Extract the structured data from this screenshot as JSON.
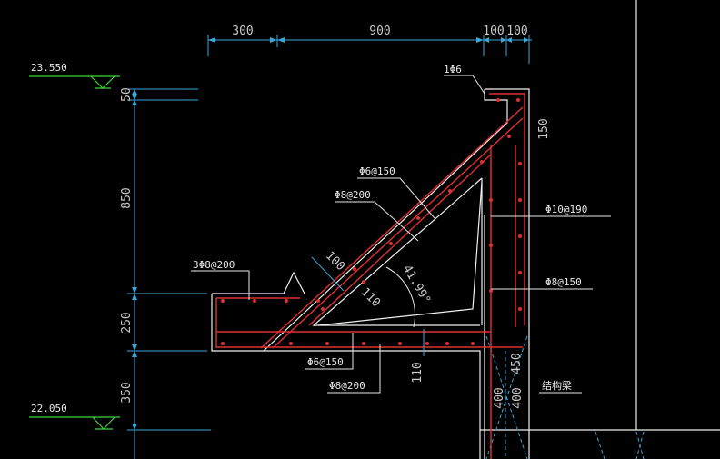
{
  "drawing": {
    "top_dimensions": [
      "300",
      "900",
      "100",
      "100"
    ],
    "left_dimensions": [
      "50",
      "850",
      "250",
      "350"
    ],
    "elevations": [
      "23.550",
      "22.050"
    ],
    "inner_dimensions": [
      "100",
      "110",
      "150",
      "450",
      "110",
      "400",
      "400"
    ],
    "angle_label": "41.99°",
    "rebar_labels": {
      "top_bar": "1Φ6",
      "diag_dist": "Φ6@150",
      "diag_main": "Φ8@200",
      "vert_main": "Φ10@190",
      "vert_dist": "Φ8@150",
      "slab_main": "3Φ8@200",
      "bottom_dist": "Φ6@150",
      "bottom_main": "Φ8@200",
      "beam": "结构梁"
    }
  }
}
